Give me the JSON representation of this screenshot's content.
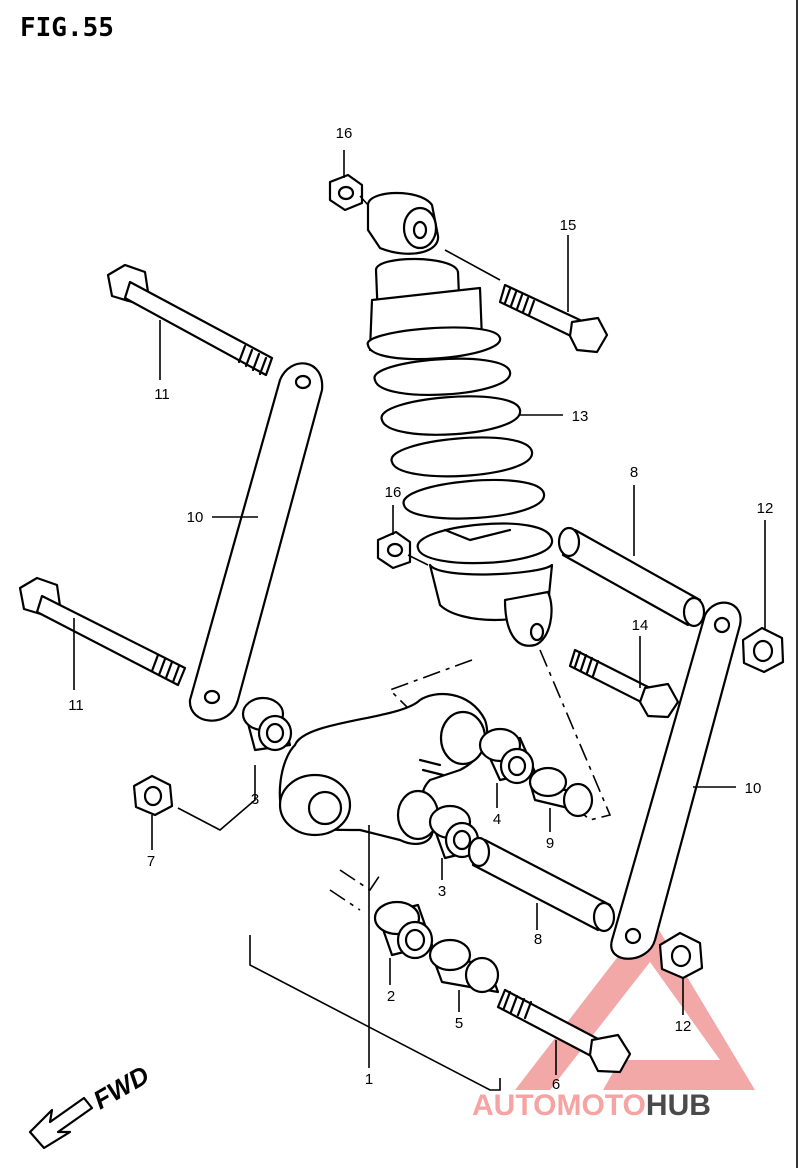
{
  "figure": {
    "title": "FIG.55"
  },
  "direction": {
    "label": "FWD"
  },
  "callouts": [
    {
      "id": "c1",
      "text": "1"
    },
    {
      "id": "c2",
      "text": "2"
    },
    {
      "id": "c3a",
      "text": "3"
    },
    {
      "id": "c3b",
      "text": "3"
    },
    {
      "id": "c4",
      "text": "4"
    },
    {
      "id": "c5",
      "text": "5"
    },
    {
      "id": "c6",
      "text": "6"
    },
    {
      "id": "c7",
      "text": "7"
    },
    {
      "id": "c8a",
      "text": "8"
    },
    {
      "id": "c8b",
      "text": "8"
    },
    {
      "id": "c9",
      "text": "9"
    },
    {
      "id": "c10a",
      "text": "10"
    },
    {
      "id": "c10b",
      "text": "10"
    },
    {
      "id": "c11a",
      "text": "11"
    },
    {
      "id": "c11b",
      "text": "11"
    },
    {
      "id": "c12a",
      "text": "12"
    },
    {
      "id": "c12b",
      "text": "12"
    },
    {
      "id": "c13",
      "text": "13"
    },
    {
      "id": "c14",
      "text": "14"
    },
    {
      "id": "c15",
      "text": "15"
    },
    {
      "id": "c16a",
      "text": "16"
    },
    {
      "id": "c16b",
      "text": "16"
    }
  ],
  "watermark": {
    "part1": "AUTOMOTO",
    "part2": "HUB",
    "color1": "#f5a3a3",
    "color2": "#4a4a4a"
  }
}
